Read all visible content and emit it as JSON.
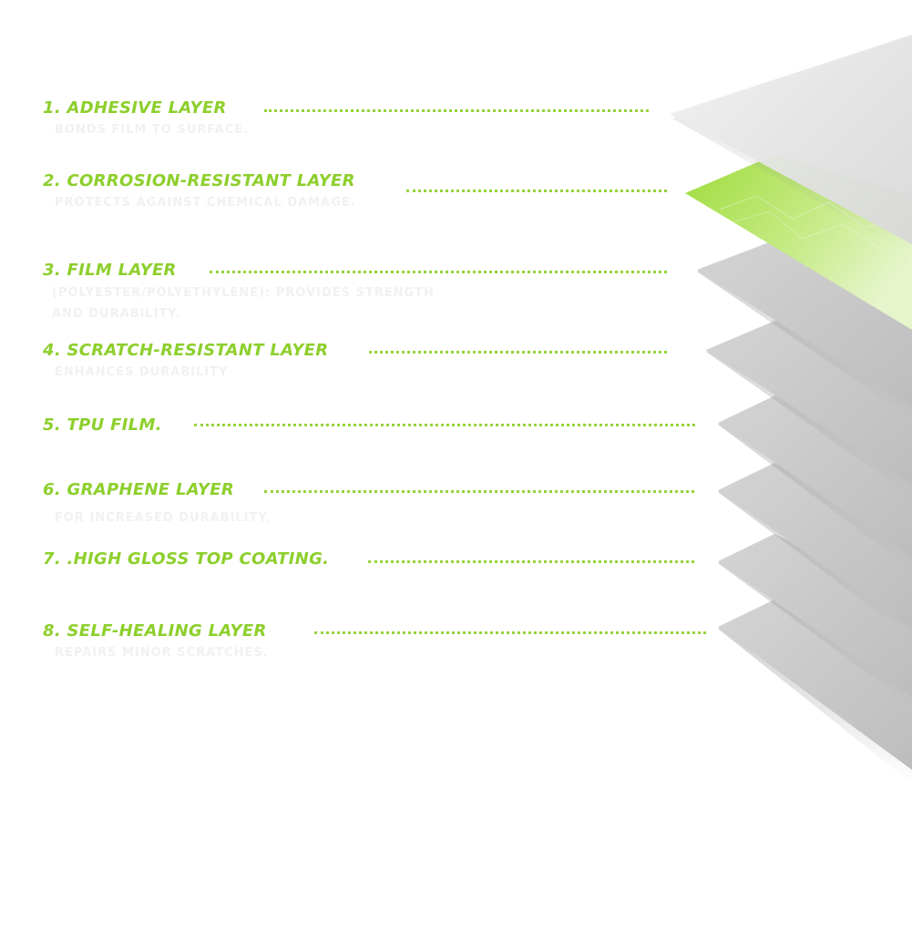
{
  "colors": {
    "accent": "#8dcf2c",
    "leader": "#96d43a",
    "description": "#f1f1f1",
    "sheet_gray": "#c9c9c9",
    "sheet_green": "#9fdc3d"
  },
  "layers": [
    {
      "title": "1. ADHESIVE LAYER",
      "description": "BONDS FILM TO SURFACE."
    },
    {
      "title": "2. CORROSION-RESISTANT LAYER",
      "description": "PROTECTS AGAINST CHEMICAL DAMAGE."
    },
    {
      "title": "3. FILM LAYER",
      "description": "(POLYESTER/POLYETHYLENE): PROVIDES STRENGTH",
      "description2": "AND DURABILITY."
    },
    {
      "title": "4. SCRATCH-RESISTANT LAYER",
      "description": "ENHANCES DURABILITY"
    },
    {
      "title": "5. TPU FILM.",
      "description": ""
    },
    {
      "title": "6. GRAPHENE LAYER",
      "description": "FOR INCREASED DURABILITY."
    },
    {
      "title": "7. .HIGH GLOSS TOP COATING.",
      "description": ""
    },
    {
      "title": "8. SELF-HEALING LAYER",
      "description": "REPAIRS MINOR SCRATCHES."
    }
  ]
}
